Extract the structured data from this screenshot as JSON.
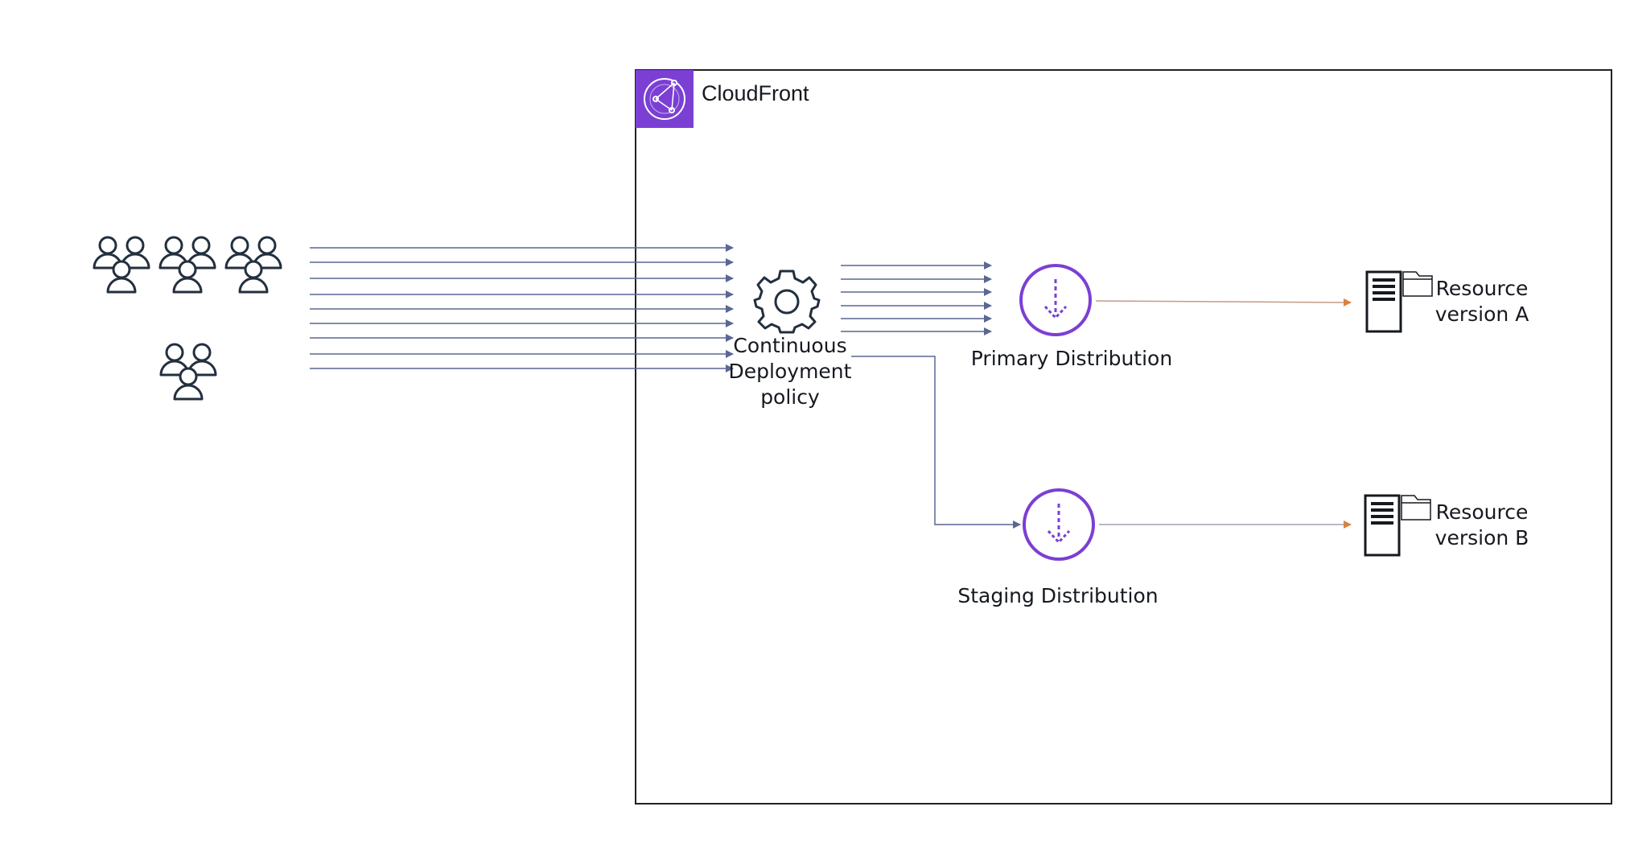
{
  "cloudfront": {
    "title": "CloudFront",
    "accent": "#7b3fd4",
    "border": "#222222"
  },
  "policy": {
    "line1": "Continuous",
    "line2": "Deployment",
    "line3": "policy"
  },
  "primary": {
    "label": "Primary Distribution"
  },
  "staging": {
    "label": "Staging Distribution"
  },
  "resource_a": {
    "line1": "Resource",
    "line2": "version A"
  },
  "resource_b": {
    "line1": "Resource",
    "line2": "version B"
  },
  "colors": {
    "arrow_blue": "#5a6794",
    "arrow_orange": "#d9823f",
    "icon_purple": "#7b3fd4",
    "icon_dark": "#232f3e"
  },
  "icons": [
    "users-group-icon",
    "gear-icon",
    "cloudfront-icon",
    "distribution-icon",
    "server-icon",
    "folder-icon"
  ]
}
